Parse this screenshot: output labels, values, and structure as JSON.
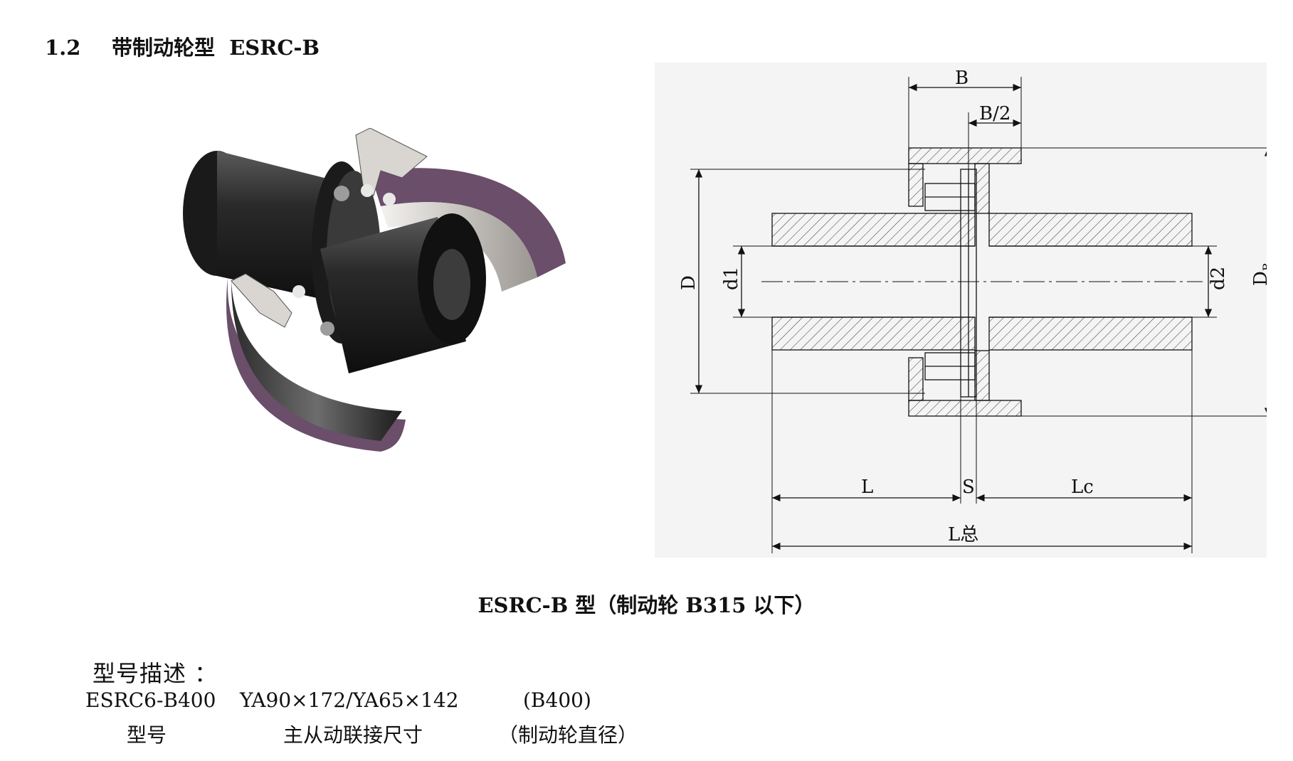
{
  "section": {
    "number": "1.2",
    "title": "带制动轮型  ESRC-B"
  },
  "drawing": {
    "labels": {
      "B": "B",
      "B_half": "B/2",
      "D": "D",
      "d1": "d1",
      "d2": "d2",
      "DB_main": "D",
      "DB_sub": "B",
      "L": "L",
      "S": "S",
      "Lc": "Lc",
      "L_total": "L总"
    }
  },
  "caption": "ESRC-B 型（制动轮 B315 以下）",
  "description": {
    "heading": "型号描述 ：",
    "example": {
      "model": "ESRC6-B400",
      "connection": "YA90×172/YA65×142",
      "wheel": "(B400)"
    },
    "legend": {
      "model": "型号",
      "connection": "主从动联接尺寸",
      "wheel": "（制动轮直径）"
    }
  }
}
